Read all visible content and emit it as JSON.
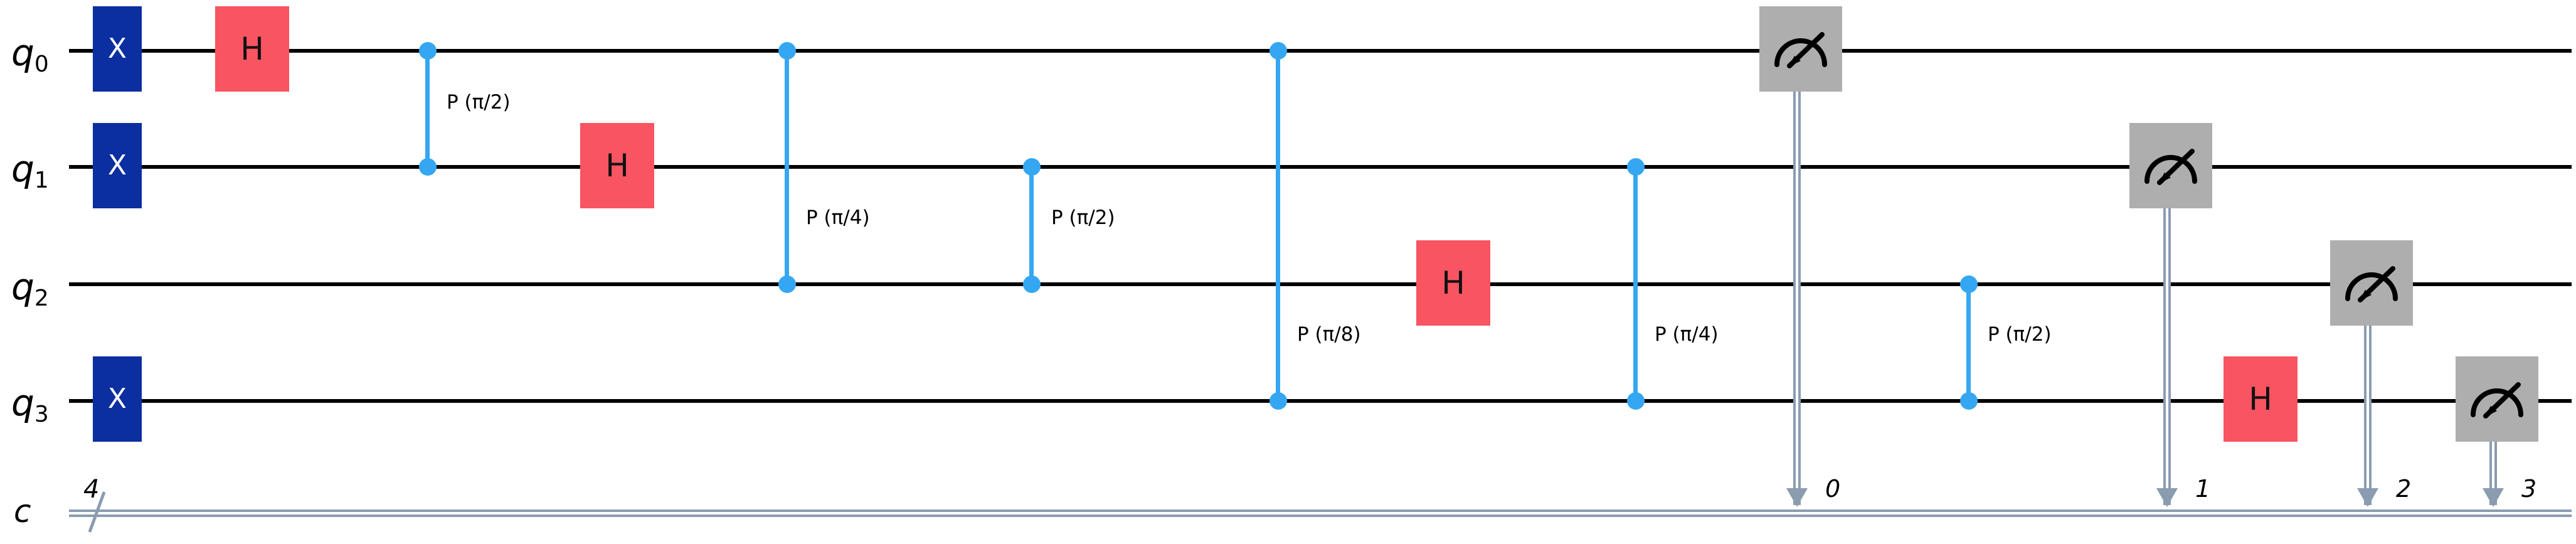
{
  "circuit": {
    "type": "quantum-circuit-diagram",
    "num_qubits": 4,
    "num_clbits": 4,
    "qubit_labels": [
      {
        "name": "q",
        "index": "0"
      },
      {
        "name": "q",
        "index": "1"
      },
      {
        "name": "q",
        "index": "2"
      },
      {
        "name": "q",
        "index": "3"
      }
    ],
    "clbit_register": {
      "label": "c",
      "width": "4"
    },
    "colors": {
      "x_gate": "#0b2fa0",
      "h_gate": "#f85462",
      "measure_gate": "#aeaeae",
      "control_blue": "#35a7f2",
      "quantum_wire": "#000000",
      "classical_wire": "#8b9cb0",
      "background": "#ffffff"
    },
    "gates": [
      {
        "id": "x-q0",
        "label": "X",
        "kind": "x",
        "qubit": 0
      },
      {
        "id": "x-q1",
        "label": "X",
        "kind": "x",
        "qubit": 1
      },
      {
        "id": "x-q3",
        "label": "X",
        "kind": "x",
        "qubit": 3
      },
      {
        "id": "h-q0",
        "label": "H",
        "kind": "h",
        "qubit": 0
      },
      {
        "id": "h-q1",
        "label": "H",
        "kind": "h",
        "qubit": 1
      },
      {
        "id": "h-q2",
        "label": "H",
        "kind": "h",
        "qubit": 2
      },
      {
        "id": "h-q3",
        "label": "H",
        "kind": "h",
        "qubit": 3
      }
    ],
    "controlled_phase_gates": [
      {
        "id": "cp-1",
        "label": "P (π/2)",
        "control": 0,
        "target": 1
      },
      {
        "id": "cp-2",
        "label": "P (π/4)",
        "control": 0,
        "target": 2
      },
      {
        "id": "cp-3",
        "label": "P (π/2)",
        "control": 1,
        "target": 2
      },
      {
        "id": "cp-4",
        "label": "P (π/8)",
        "control": 0,
        "target": 3
      },
      {
        "id": "cp-5",
        "label": "P (π/4)",
        "control": 1,
        "target": 3
      },
      {
        "id": "cp-6",
        "label": "P (π/2)",
        "control": 2,
        "target": 3
      }
    ],
    "measurements": [
      {
        "id": "m-q0",
        "qubit": 0,
        "clbit": "0",
        "icon": "meter-icon"
      },
      {
        "id": "m-q1",
        "qubit": 1,
        "clbit": "1",
        "icon": "meter-icon"
      },
      {
        "id": "m-q2",
        "qubit": 2,
        "clbit": "2",
        "icon": "meter-icon"
      },
      {
        "id": "m-q3",
        "qubit": 3,
        "clbit": "3",
        "icon": "meter-icon"
      }
    ]
  }
}
